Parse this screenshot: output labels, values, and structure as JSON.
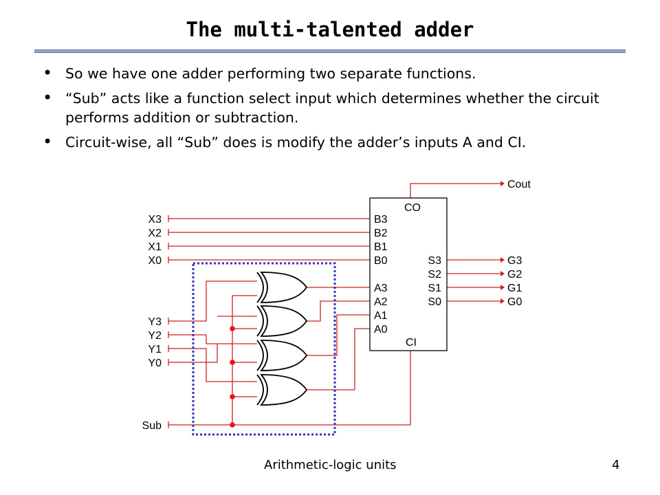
{
  "slide": {
    "title": "The multi-talented adder",
    "bullets": [
      "So we have one adder performing two separate functions.",
      "“Sub” acts like a function select input which determines whether the circuit performs addition or subtraction.",
      "Circuit-wise, all “Sub” does is modify the adder’s inputs A and CI."
    ],
    "footer_left": "Arithmetic-logic units",
    "page_number": "4"
  },
  "diagram": {
    "inputs_x": [
      "X3",
      "X2",
      "X1",
      "X0"
    ],
    "inputs_y": [
      "Y3",
      "Y2",
      "Y1",
      "Y0"
    ],
    "input_sub": "Sub",
    "adder_left_pins": [
      "B3",
      "B2",
      "B1",
      "B0",
      "A3",
      "A2",
      "A1",
      "A0"
    ],
    "adder_right_pins": [
      "S3",
      "S2",
      "S1",
      "S0"
    ],
    "adder_top_pin": "CO",
    "adder_bottom_pin": "CI",
    "outputs_g": [
      "G3",
      "G2",
      "G1",
      "G0"
    ],
    "output_carry": "Cout",
    "colors": {
      "wire": "#cc2222",
      "gate": "#000000",
      "dashed_box": "#3333bb",
      "title_rule": "#9aa6cc"
    }
  }
}
